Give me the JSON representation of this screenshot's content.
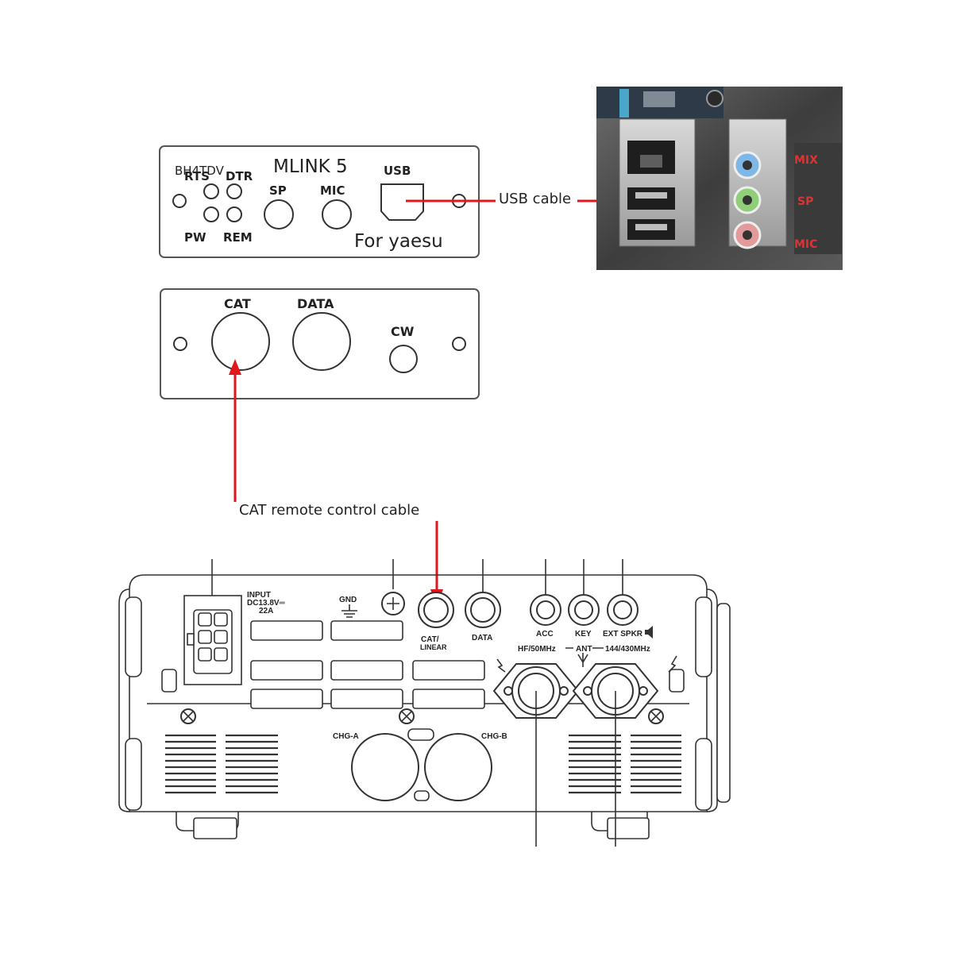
{
  "mlink_top_panel": {
    "watermark": "BH4TDV",
    "title": "MLINK 5",
    "rts_label": "RTS",
    "dtr_label": "DTR",
    "sp_label": "SP",
    "mic_label": "MIC",
    "usb_label": "USB",
    "pw_label": "PW",
    "rem_label": "REM",
    "subtitle": "For yaesu"
  },
  "mlink_bottom_panel": {
    "cat_label": "CAT",
    "data_label": "DATA",
    "cw_label": "CW"
  },
  "callouts": {
    "usb_cable": "USB cable",
    "cat_cable": "CAT remote control cable"
  },
  "motherboard": {
    "audio_labels": [
      "MIX",
      "SP",
      "MIC"
    ]
  },
  "radio_rear": {
    "input_label_1": "INPUT",
    "input_label_2": "DC13.8V═",
    "input_label_3": "22A",
    "gnd_label": "GND",
    "cat_linear_1": "CAT/",
    "cat_linear_2": "LINEAR",
    "data_label": "DATA",
    "acc_label": "ACC",
    "key_label": "KEY",
    "ext_spkr_label": "EXT SPKR",
    "hf_label": "HF/50MHz",
    "ant_label": "ANT",
    "vhf_label": "144/430MHz",
    "chg_a_label": "CHG-A",
    "chg_b_label": "CHG-B"
  },
  "colors": {
    "arrow": "#e3161b",
    "jack_blue": "#7fb7e6",
    "jack_green": "#8fcf7a",
    "jack_pink": "#e39a9a"
  }
}
